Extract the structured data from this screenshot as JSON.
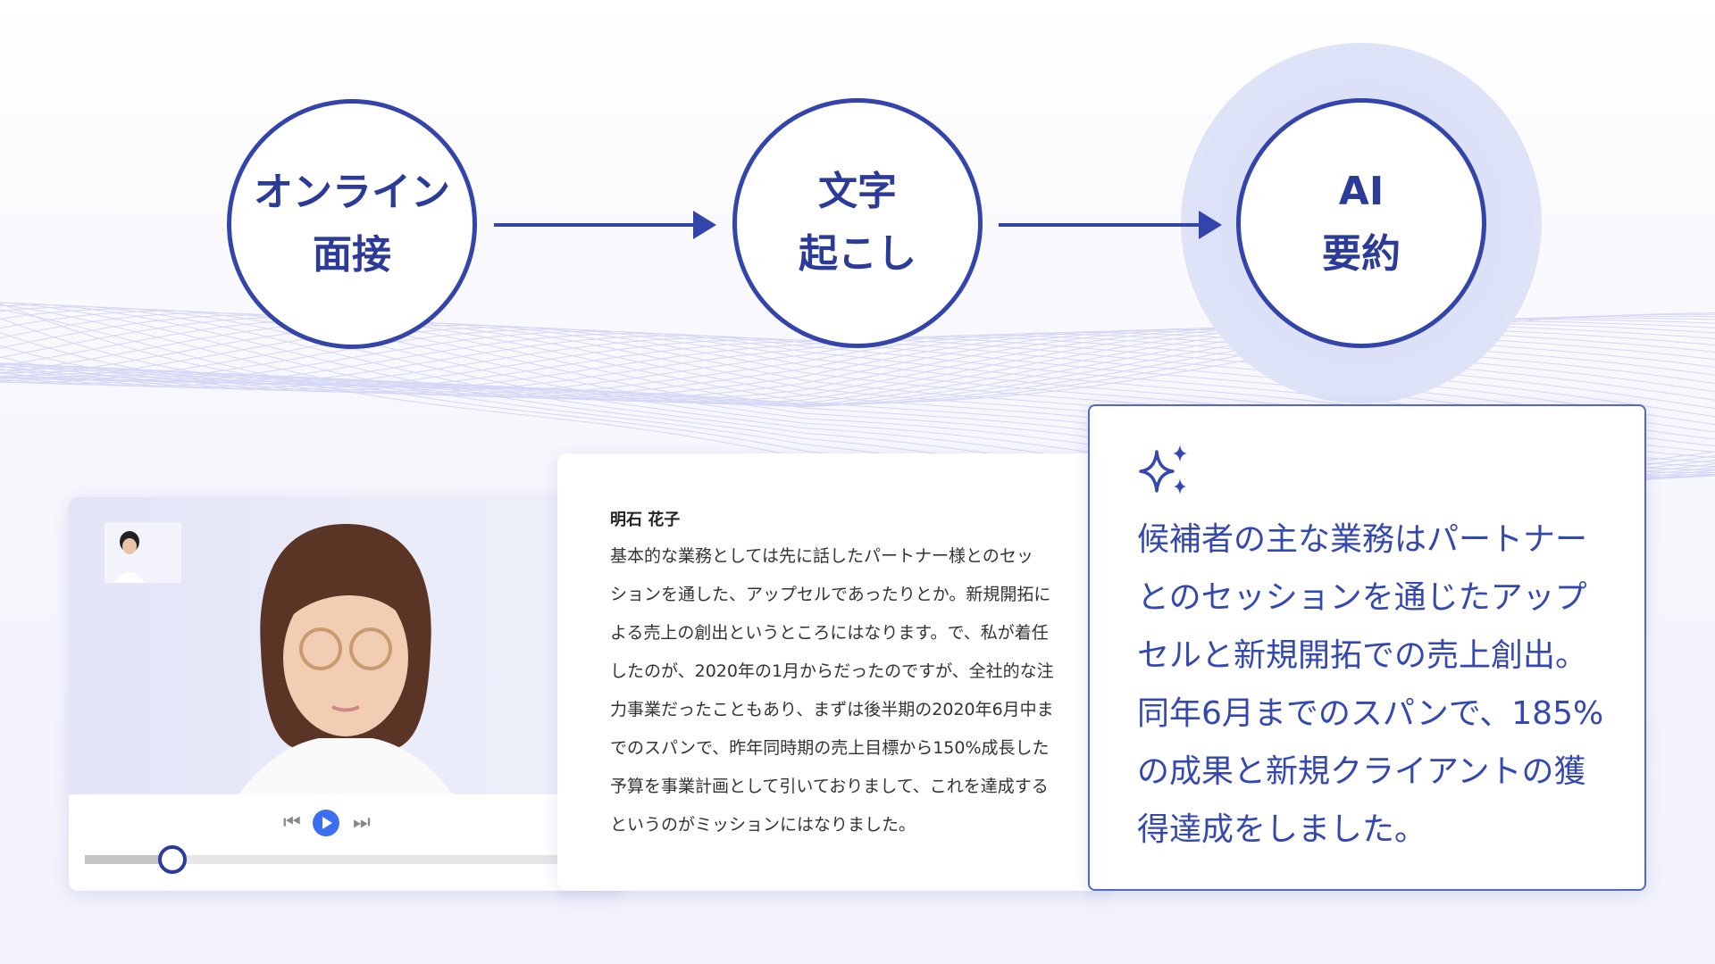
{
  "steps": [
    {
      "line1": "オンライン",
      "line2": "面接"
    },
    {
      "line1": "文字",
      "line2": "起こし"
    },
    {
      "line1": "AI",
      "line2": "要約"
    }
  ],
  "player": {
    "progress_percent": 16,
    "prev_icon": "skip-back-icon",
    "play_icon": "play-icon",
    "next_icon": "skip-forward-icon"
  },
  "transcript": {
    "speaker": "明石 花子",
    "lines": [
      "基本的な業務としては先に話したパートナー様とのセッ",
      "ションを通した、アップセルであったりとか。新規開拓に",
      "よる売上の創出というところにはなります。で、私が着任",
      "したのが、2020年の1月からだったのですが、全社的な注",
      "力事業だったこともあり、まずは後半期の2020年6月中ま",
      "でのスパンで、昨年同時期の売上目標から150%成長した",
      "予算を事業計画として引いておりまして、これを達成する",
      "というのがミッションにはなりました。"
    ]
  },
  "summary": {
    "icon": "sparkle-icon",
    "lines": [
      "候補者の主な業務はパートナー",
      "とのセッションを通じたアップ",
      "セルと新規開拓での売上創出。",
      "同年6月までのスパンで、185%",
      "の成果と新規クライアントの獲",
      "得達成をしました。"
    ]
  },
  "colors": {
    "accent": "#3344aa",
    "play": "#3b6ef0"
  }
}
